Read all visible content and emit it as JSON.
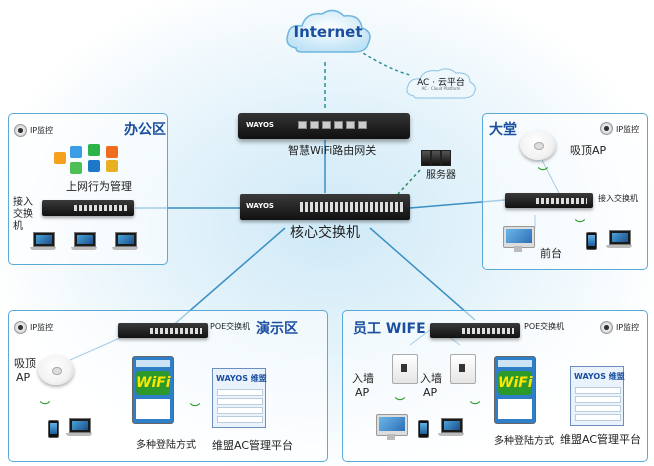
{
  "cloud": {
    "internet": "Internet"
  },
  "ac_cloud": {
    "title": "AC · 云平台",
    "subtitle": "AC · Cloud Platform"
  },
  "router": {
    "label": "智慧WiFi路由网关",
    "brand": "WAYOS"
  },
  "core_switch": {
    "label": "核心交换机",
    "brand": "WAYOS"
  },
  "servers": {
    "label": "服务器"
  },
  "office": {
    "title": "办公区",
    "ip_camera": "IP监控",
    "behavior_mgmt": "上网行为管理",
    "access_switch": "接入\n交换机"
  },
  "lobby": {
    "title": "大堂",
    "ip_camera": "IP监控",
    "ceiling_ap": "吸顶AP",
    "access_switch": "接入交换机",
    "front_desk": "前台"
  },
  "demo": {
    "title": "演示区",
    "ip_camera": "IP监控",
    "poe_switch": "POE交换机",
    "ceiling_ap_line1": "吸顶",
    "ceiling_ap_line2": "AP",
    "login_methods": "多种登陆方式",
    "ac_platform": "维盟AC管理平台",
    "wifi_badge": "WiFi",
    "mgmt_logo": "WAYOS 维盟"
  },
  "staff": {
    "title": "员工 WIFE",
    "ip_camera": "IP监控",
    "poe_switch": "POE交换机",
    "wall_ap1_line1": "入墙",
    "wall_ap1_line2": "AP",
    "wall_ap2_line1": "入墙",
    "wall_ap2_line2": "AP",
    "login_methods": "多种登陆方式",
    "ac_platform": "维盟AC管理平台",
    "wifi_badge": "WiFi",
    "mgmt_logo": "WAYOS 维盟"
  },
  "colors": {
    "zone_border": "#5aa9d6",
    "title_blue": "#1a4fa0",
    "link_line": "#3b8fc4",
    "dashed_link": "#2a8f5a"
  }
}
